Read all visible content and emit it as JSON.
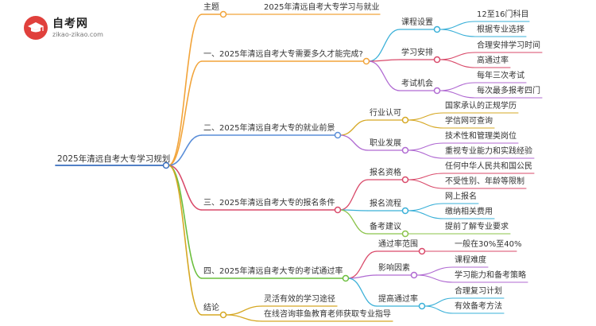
{
  "logo": {
    "title": "自考网",
    "url": "zikao-zikao.com"
  },
  "colors": {
    "branch1": "#f2a43a",
    "branch2": "#8bc34a",
    "branch3": "#3ab0d8",
    "branch4": "#b06ad2",
    "branch5": "#5a8ed8",
    "branch6": "#d94a6a",
    "branch7": "#6cbf3e",
    "branch8": "#d6a824",
    "root": "#3a6fbf"
  },
  "mindmap": {
    "root": "2025年清远自考大专学习规划",
    "branches": [
      {
        "label": "主题",
        "color": "branch1",
        "children": [
          {
            "label": "2025年清远自考大专学习与就业"
          }
        ]
      },
      {
        "label": "一、2025年清远自考大专需要多久才能完成?",
        "color": "branch1",
        "children": [
          {
            "label": "课程设置",
            "children": [
              "12至16门科目",
              "根据专业选择"
            ]
          },
          {
            "label": "学习安排",
            "children": [
              "合理安排学习时间",
              "高通过率"
            ]
          },
          {
            "label": "考试机会",
            "children": [
              "每年三次考试",
              "每次最多报考四门"
            ]
          }
        ]
      },
      {
        "label": "二、2025年清远自考大专的就业前景",
        "color": "branch5",
        "children": [
          {
            "label": "行业认可",
            "children": [
              "国家承认的正规学历",
              "学信网可查询"
            ]
          },
          {
            "label": "职业发展",
            "children": [
              "技术性和管理类岗位",
              "重视专业能力和实践经验"
            ]
          }
        ]
      },
      {
        "label": "三、2025年清远自考大专的报名条件",
        "color": "branch6",
        "children": [
          {
            "label": "报名资格",
            "children": [
              "任何中华人民共和国公民",
              "不受性别、年龄等限制"
            ]
          },
          {
            "label": "报名流程",
            "children": [
              "网上报名",
              "缴纳相关费用"
            ]
          },
          {
            "label": "备考建议",
            "children": [
              "提前了解专业要求"
            ]
          }
        ]
      },
      {
        "label": "四、2025年清远自考大专的考试通过率",
        "color": "branch7",
        "children": [
          {
            "label": "通过率范围",
            "children": [
              "一般在30%至40%"
            ]
          },
          {
            "label": "影响因素",
            "children": [
              "课程难度",
              "学习能力和备考策略"
            ]
          },
          {
            "label": "提高通过率",
            "children": [
              "合理复习计划",
              "有效备考方法"
            ]
          }
        ]
      },
      {
        "label": "结论",
        "color": "branch8",
        "children": [
          {
            "label": "灵活有效的学习途径"
          },
          {
            "label": "在线咨询菲鱼教育老师获取专业指导"
          }
        ]
      }
    ]
  }
}
